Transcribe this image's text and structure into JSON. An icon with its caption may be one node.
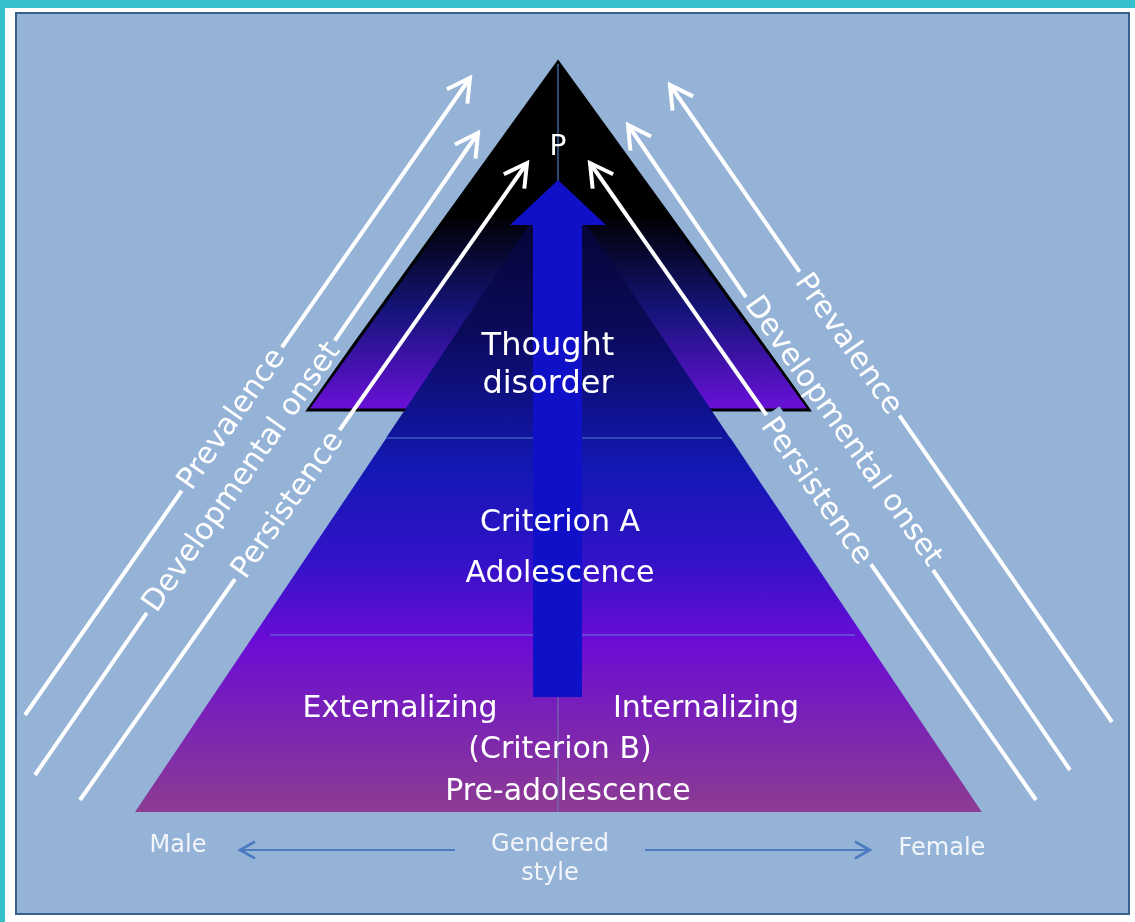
{
  "diagram": {
    "nodes": [
      {
        "text": [
          "P"
        ]
      },
      {
        "text": [
          "Thought disorder"
        ]
      },
      {
        "text": [
          "Criterion A",
          "Adolescence"
        ]
      },
      {
        "text": [
          "Externalizing",
          "Internalizing",
          "(Criterion B)",
          "Pre-adolescence"
        ]
      },
      {
        "text": [
          "Male"
        ]
      },
      {
        "text": [
          "Gendered style"
        ]
      },
      {
        "text": [
          "Female"
        ]
      }
    ],
    "edges": [
      {
        "from": 5,
        "to": 4,
        "arrow": "to"
      },
      {
        "from": 5,
        "to": 6,
        "arrow": "to"
      }
    ],
    "labels": [
      "Prevalence",
      "Developmental onset",
      "Persistence",
      "Prevalence",
      "Developmental onset",
      "Persistence"
    ]
  }
}
